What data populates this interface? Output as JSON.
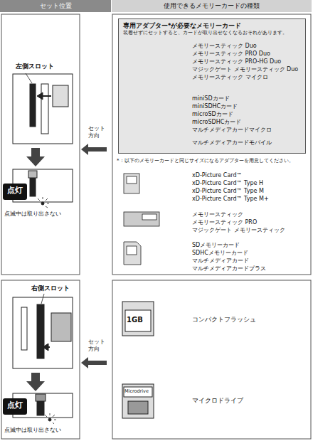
{
  "diagram": {
    "nodes": [
      {
        "text": [
          "セット位置"
        ]
      },
      {
        "text": [
          "使用できるメモリーカードの種類"
        ]
      },
      {
        "text": [
          "専用アダプター*が必要なメモリーカード",
          "装着せずにセットすると、カードが取り出せなくなるおそれがあります。"
        ]
      },
      {
        "text": [
          "点灯"
        ]
      },
      {
        "text": [
          "点灯"
        ]
      }
    ],
    "labels": [
      "左側スロット",
      "点滅中は取り出さない",
      "セット 方向",
      "メモリースティック Duo",
      "メモリースティック PRO Duo",
      "メモリースティック PRO-HG Duo",
      "マジックゲート メモリースティック Duo",
      "メモリースティック マイクロ",
      "miniSDカード",
      "miniSDHCカード",
      "microSDカード",
      "microSDHCカード",
      "マルチメディアカードマイクロ",
      "マルチメディアカードモバイル",
      "*：以下のメモリーカードと同じサイズになるアダプターを用意してください。",
      "xD-Picture Card™",
      "xD-Picture Card™ Type H",
      "xD-Picture Card™ Type M",
      "xD-Picture Card™ Type M+",
      "メモリースティック",
      "メモリースティック PRO",
      "マジックゲート メモリースティック",
      "SDメモリーカード",
      "SDHCメモリーカード",
      "マルチメディアカード",
      "マルチメディアカードプラス",
      "右側スロット",
      "点滅中は取り出さない",
      "セット 方向",
      "1GB",
      "コンパクトフラッシュ",
      "Microdrive",
      "マイクロドライブ"
    ]
  }
}
